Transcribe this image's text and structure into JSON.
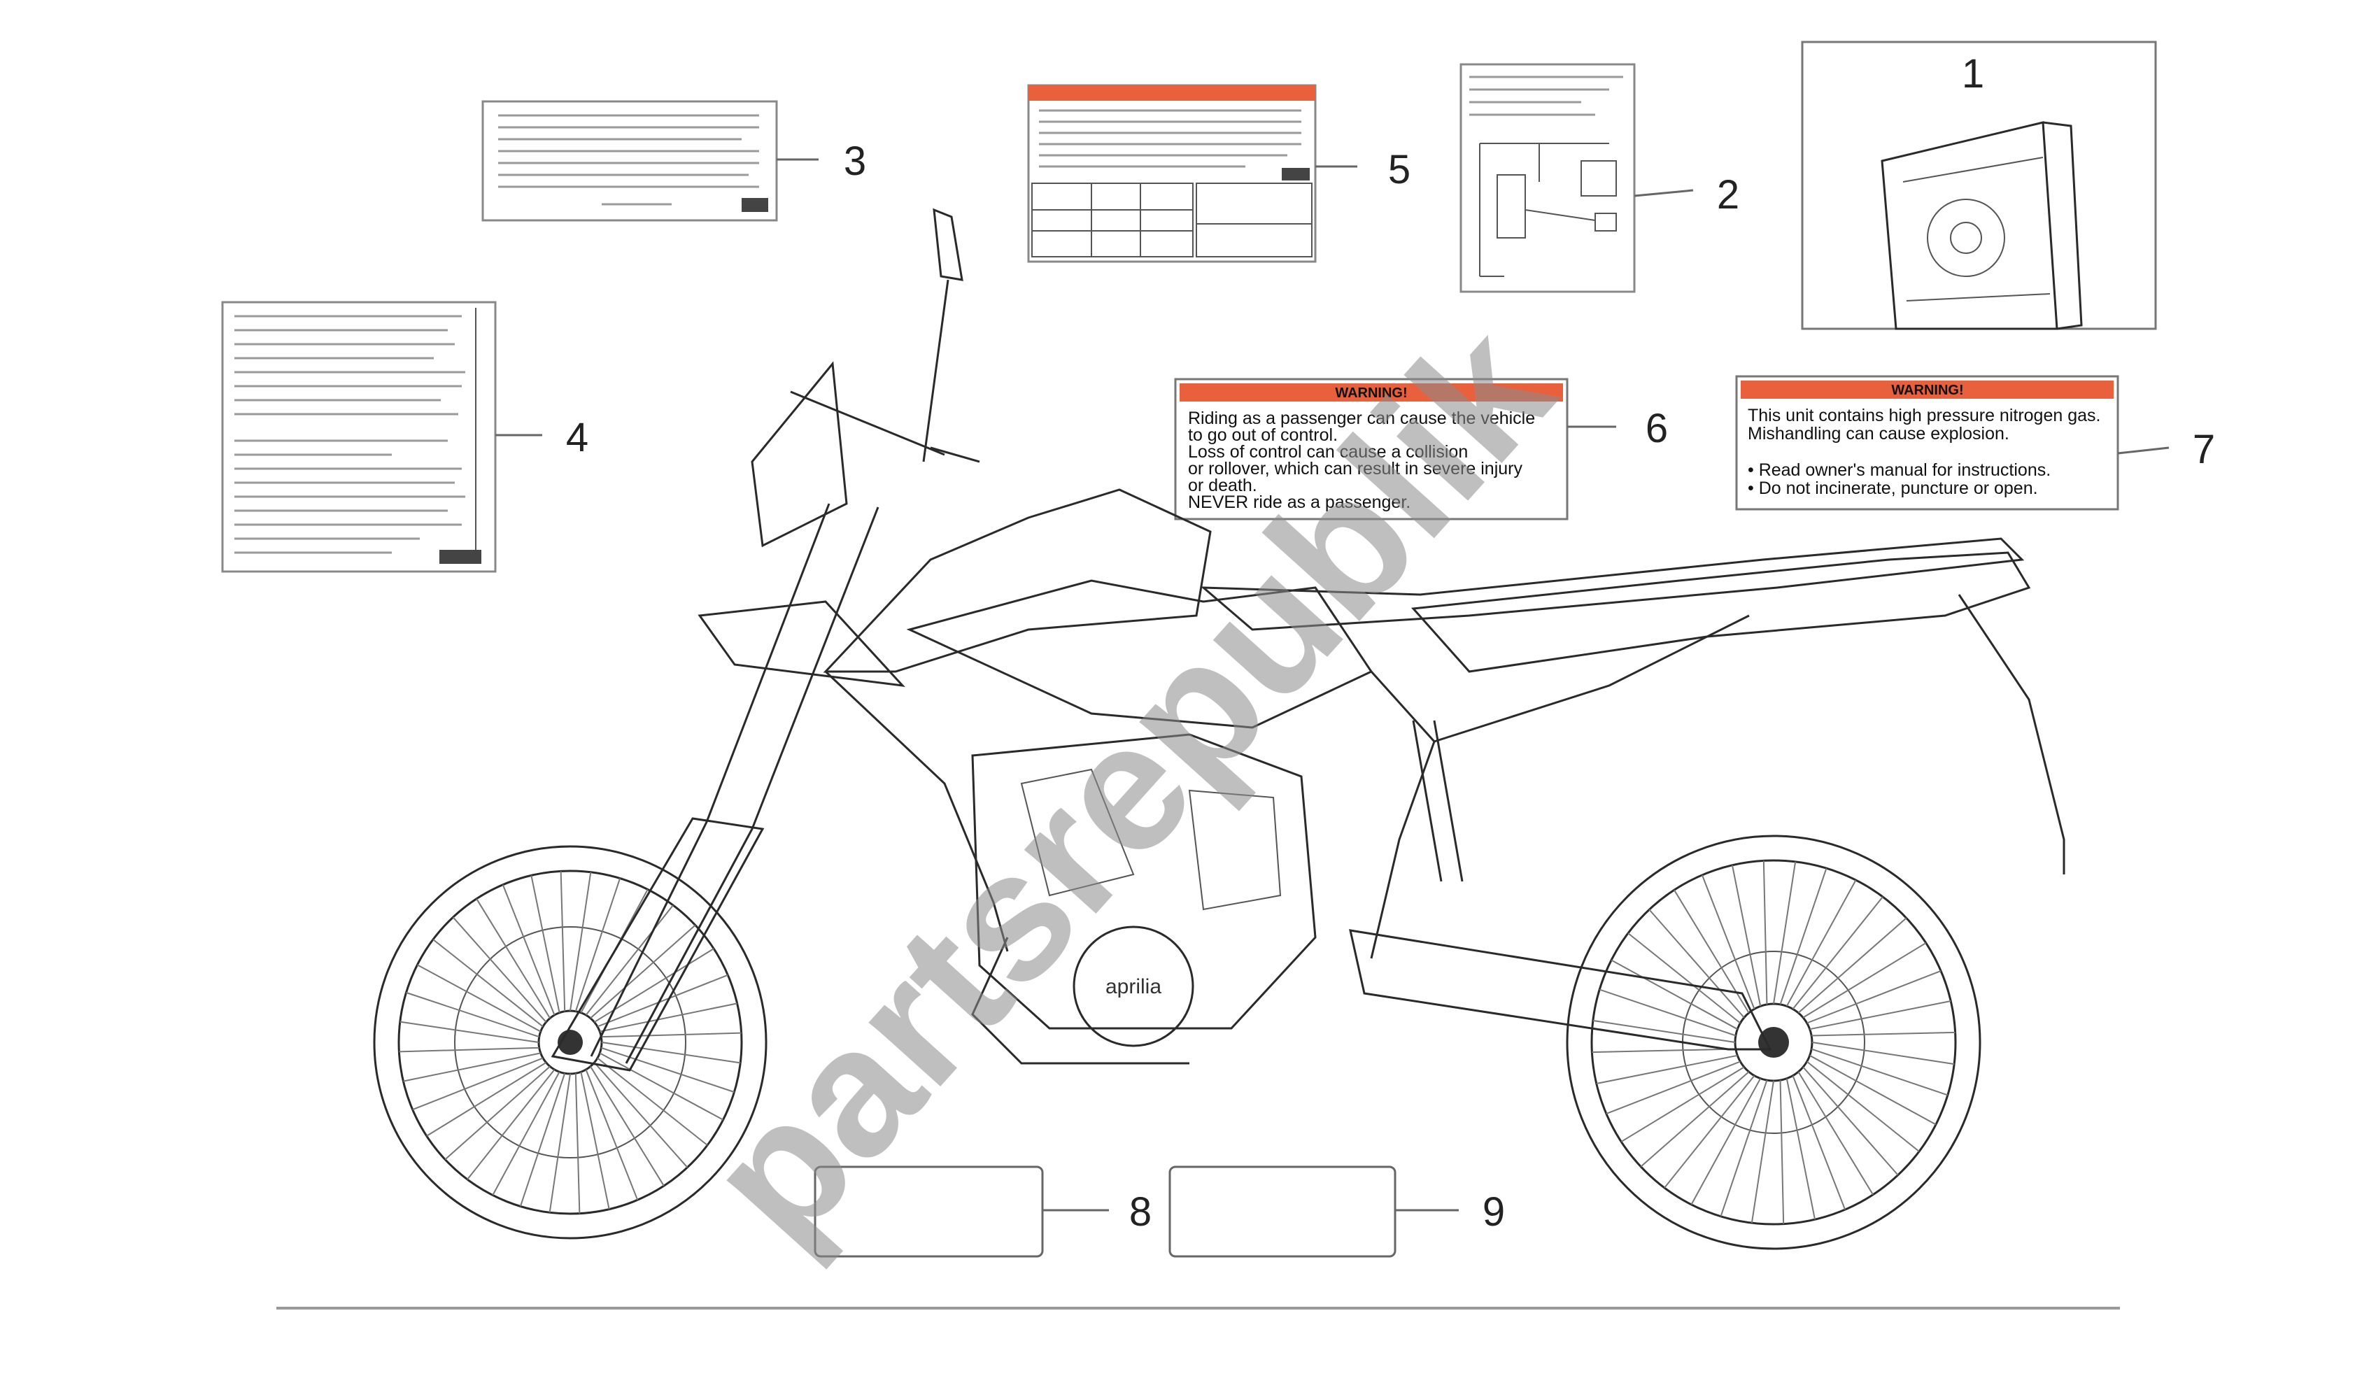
{
  "callouts": [
    "1",
    "2",
    "3",
    "4",
    "5",
    "6",
    "7",
    "8",
    "9"
  ],
  "warning_6": {
    "header": "WARNING!",
    "lines": [
      "Riding as a passenger can cause the vehicle",
      "to go out of control.",
      "Loss of control can cause a collision",
      "or rollover, which can result in severe injury",
      "or death.",
      "NEVER ride as a passenger."
    ]
  },
  "warning_7": {
    "header": "WARNING!",
    "lines": [
      "This unit contains high pressure nitrogen gas.",
      "Mishandling can cause explosion.",
      "",
      "• Read owner's manual for instructions.",
      "• Do not incinerate, puncture or open."
    ]
  },
  "engine_logo": "aprilia",
  "watermark": "partsrepublik",
  "colors": {
    "warning_header": "#e8603c",
    "line": "#2a2a2a",
    "watermark": "#8c8c8c"
  }
}
